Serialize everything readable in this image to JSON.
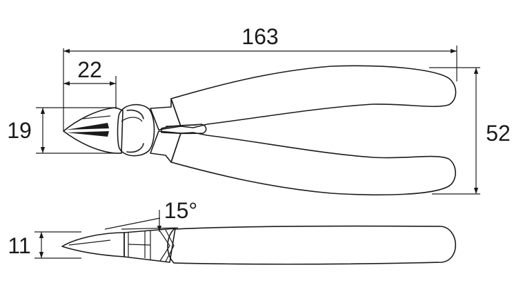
{
  "dimensions": {
    "overall_length": "163",
    "jaw_length": "22",
    "head_width": "19",
    "handle_spread": "52",
    "head_thickness": "11",
    "bevel_angle": "15°"
  },
  "colors": {
    "line": "#1a1a1a",
    "background": "#ffffff"
  }
}
